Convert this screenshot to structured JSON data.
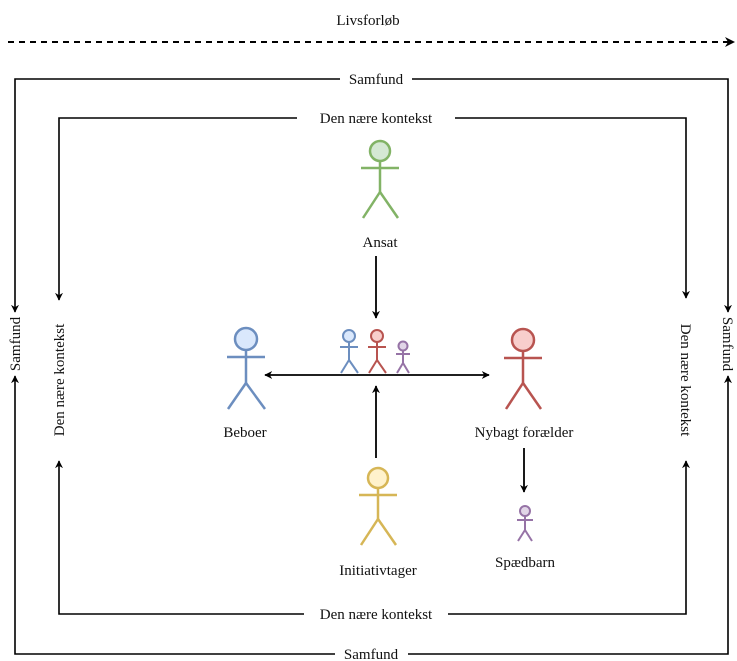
{
  "timeline": {
    "label": "Livsforløb"
  },
  "outer_frame": {
    "label_top": "Samfund",
    "label_bottom": "Samfund",
    "label_left": "Samfund",
    "label_right": "Samfund"
  },
  "inner_frame": {
    "label_top": "Den nære kontekst",
    "label_bottom": "Den nære kontekst",
    "label_left": "Den nære kontekst",
    "label_right": "Den nære kontekst"
  },
  "actors": {
    "ansat": {
      "label": "Ansat",
      "color": "#82b366",
      "fill": "#d5e8d4"
    },
    "beboer": {
      "label": "Beboer",
      "color": "#6c8ebf",
      "fill": "#dae8fc"
    },
    "nybagt": {
      "label": "Nybagt forælder",
      "color": "#b85450",
      "fill": "#f8cecc"
    },
    "initiativtager": {
      "label": "Initiativtager",
      "color": "#d6b656",
      "fill": "#fff2cc"
    },
    "spaedbarn": {
      "label": "Spædbarn",
      "color": "#9673a6",
      "fill": "#e1d5e7"
    }
  },
  "colors": {
    "line": "#000000"
  }
}
